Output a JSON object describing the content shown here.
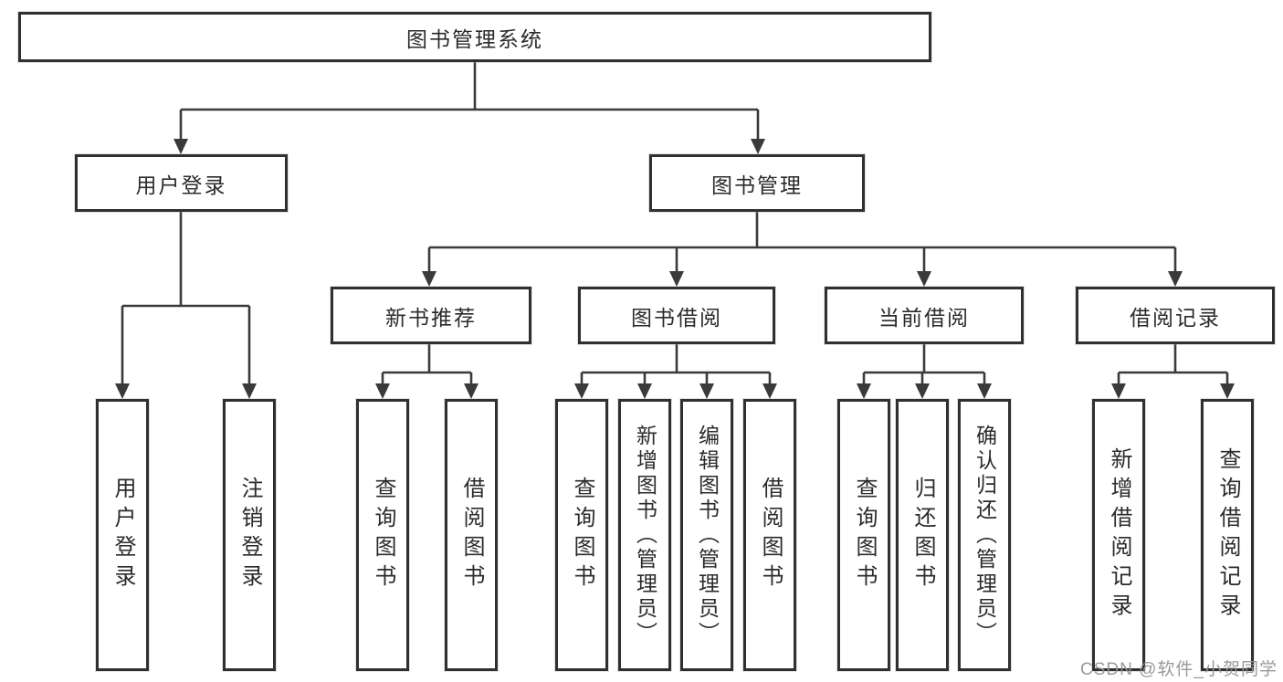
{
  "diagram": {
    "title": "图书管理系统",
    "branches": [
      {
        "label": "用户登录",
        "children": [
          "用户登录",
          "注销登录"
        ]
      },
      {
        "label": "图书管理",
        "groups": [
          {
            "label": "新书推荐",
            "children": [
              "查询图书",
              "借阅图书"
            ]
          },
          {
            "label": "图书借阅",
            "children": [
              "查询图书",
              "新增图书（管理员）",
              "编辑图书（管理员）",
              "借阅图书"
            ]
          },
          {
            "label": "当前借阅",
            "children": [
              "查询图书",
              "归还图书",
              "确认归还（管理员）"
            ]
          },
          {
            "label": "借阅记录",
            "children": [
              "新增借阅记录",
              "查询借阅记录"
            ]
          }
        ]
      }
    ]
  },
  "watermark": {
    "text": "CSDN @软件_小贺同学"
  },
  "colors": {
    "line": "#3a3a3a",
    "border": "#303030",
    "text": "#2b2b2b",
    "background": "#ffffff",
    "watermark": "#989294"
  }
}
